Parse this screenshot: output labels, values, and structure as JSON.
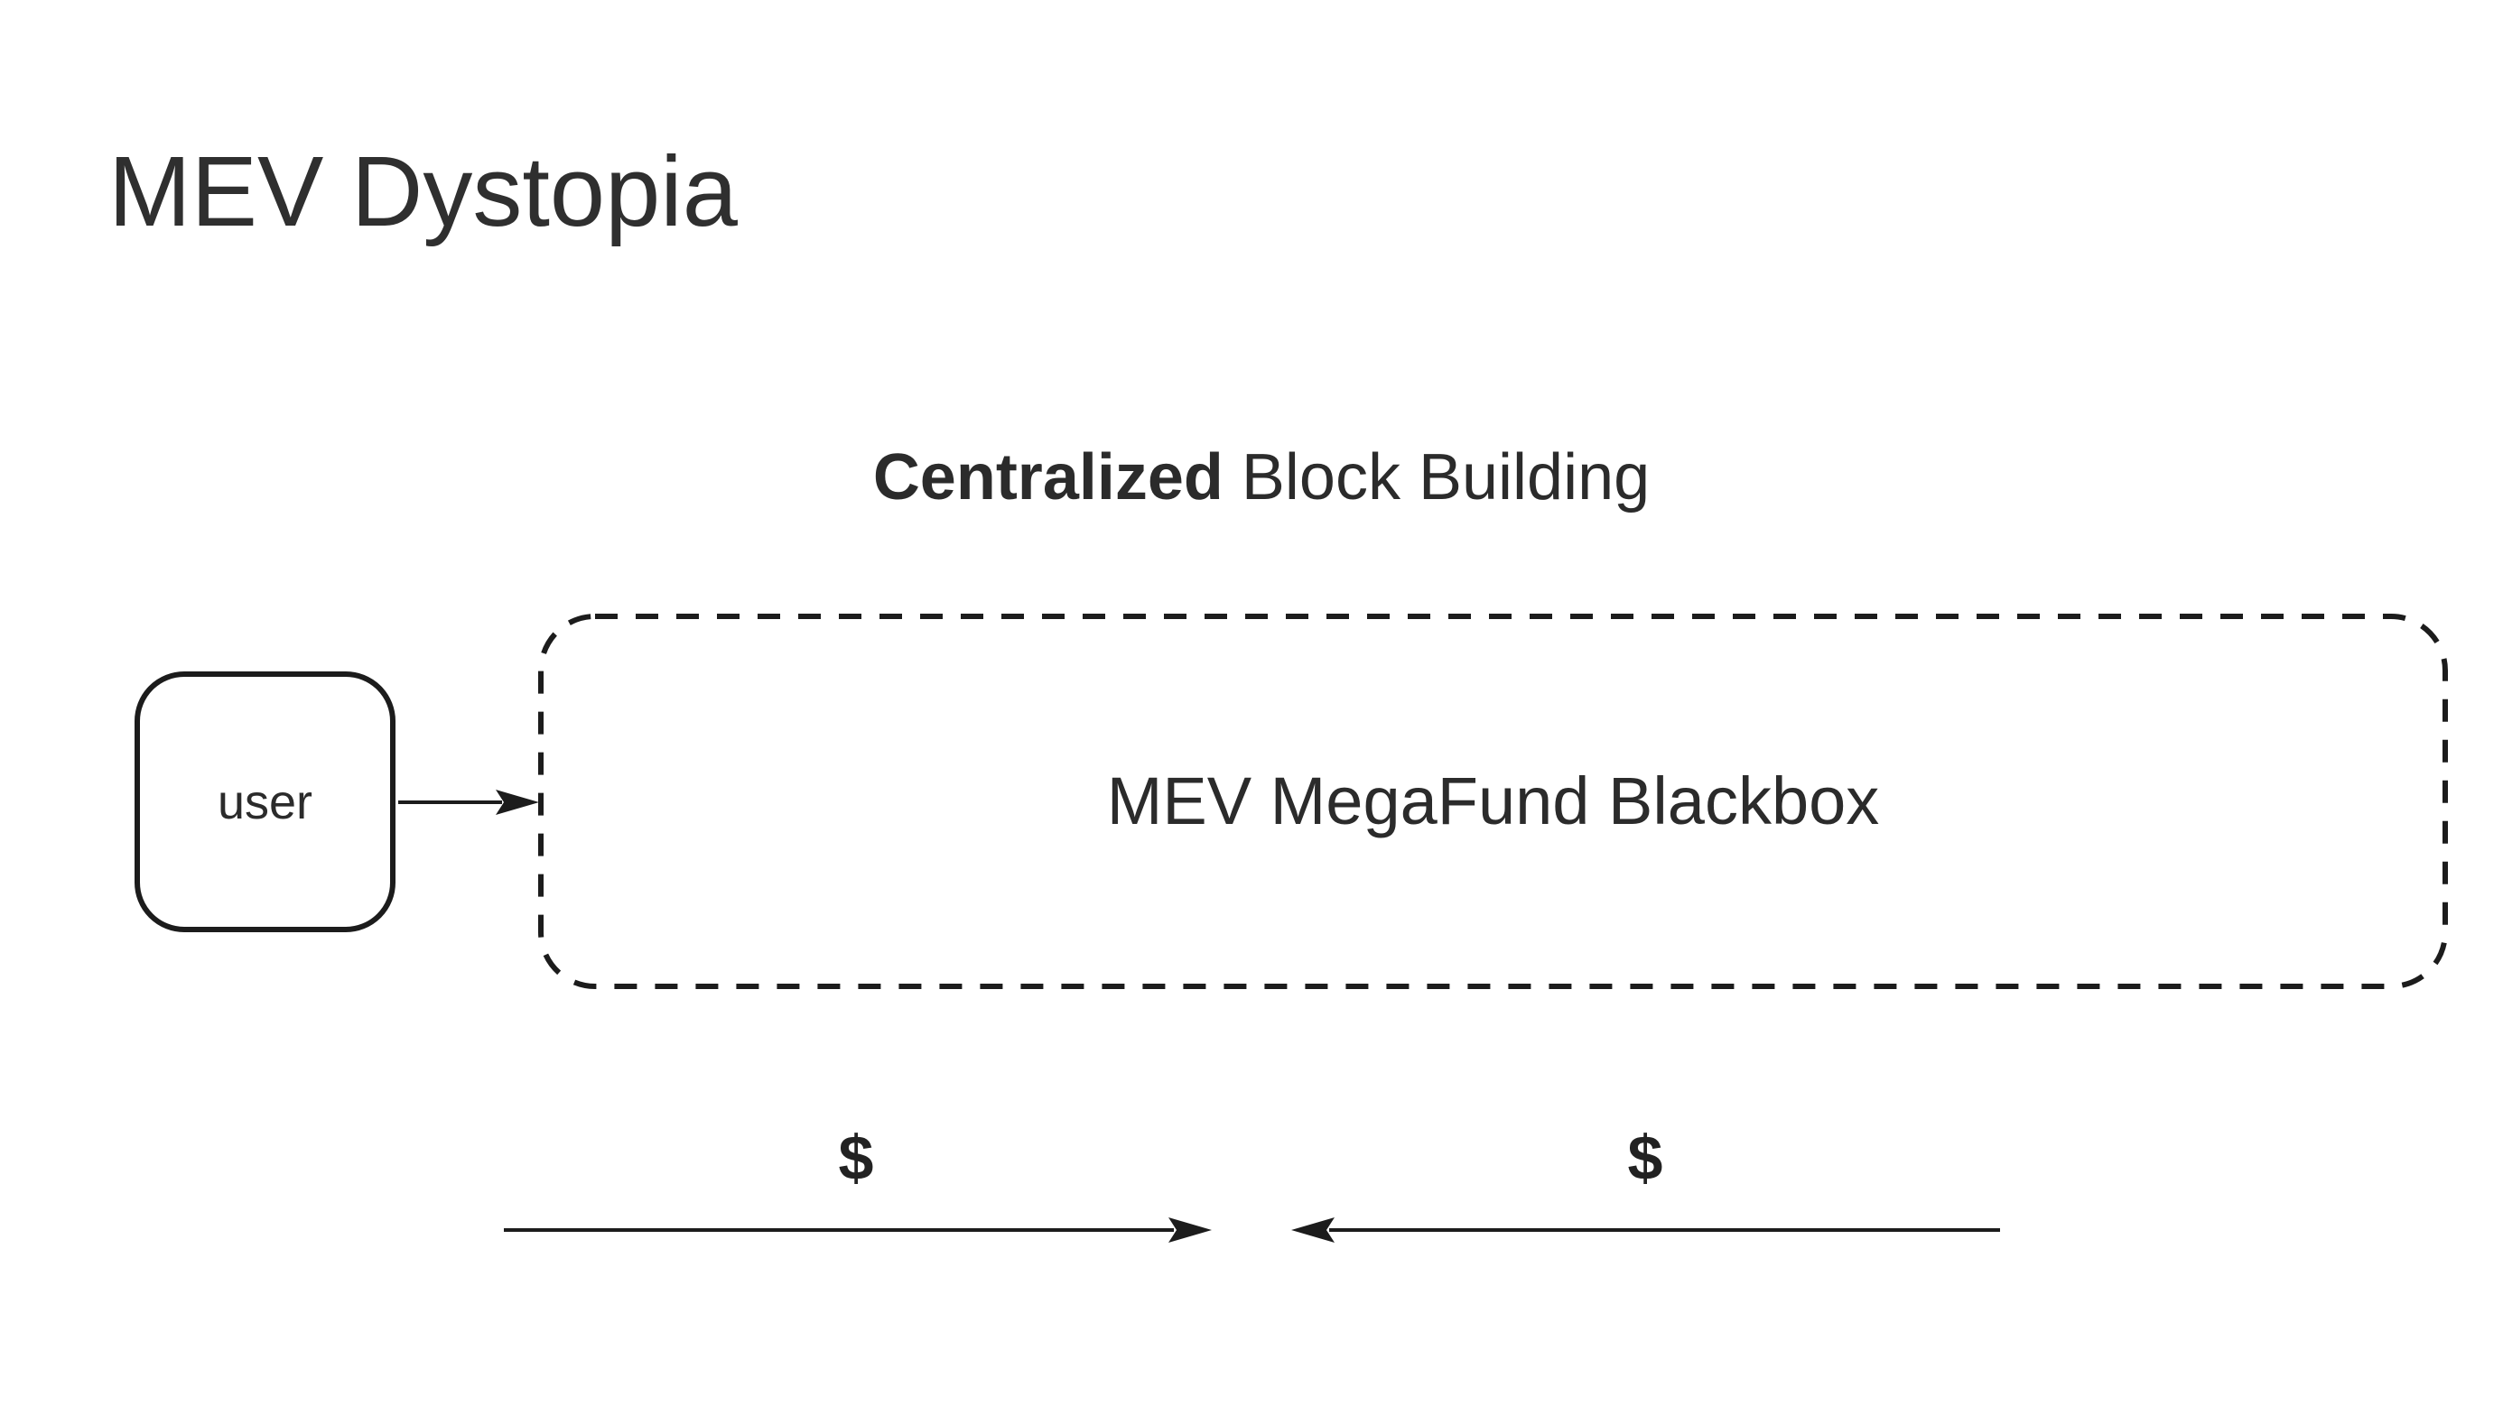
{
  "page": {
    "title": "MEV Dystopia"
  },
  "heading": {
    "emphasis": "Centralized",
    "rest": " Block Building"
  },
  "nodes": {
    "user": {
      "label": "user",
      "shape": "rounded-rectangle",
      "border": "solid"
    },
    "blackbox": {
      "label": "MEV MegaFund Blackbox",
      "shape": "rounded-rectangle",
      "border": "dashed"
    }
  },
  "flows": {
    "user_to_blackbox": {
      "from": "user",
      "to": "blackbox",
      "style": "arrow-right"
    },
    "payment_right": {
      "label": "$",
      "direction": "right"
    },
    "payment_left": {
      "label": "$",
      "direction": "left"
    }
  },
  "colors": {
    "background": "#ffffff",
    "text": "#2b2b2b",
    "line": "#1c1c1c"
  }
}
